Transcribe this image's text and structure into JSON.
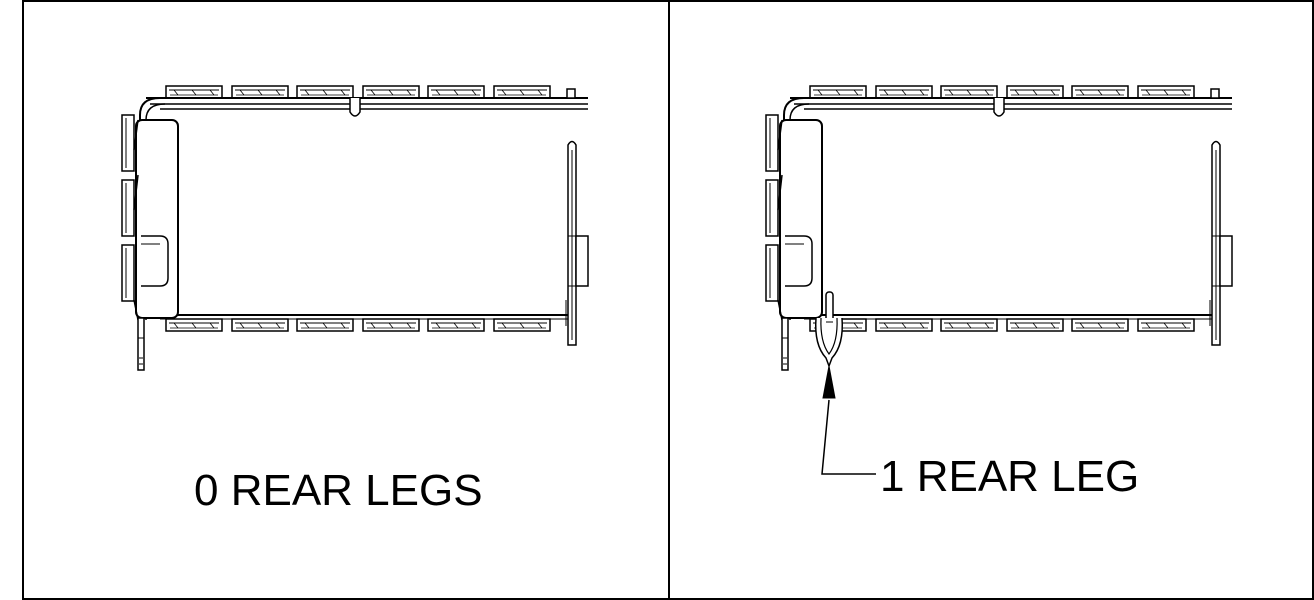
{
  "panels": [
    {
      "id": "zero-legs",
      "label": "0 REAR LEGS",
      "rear_legs": 0
    },
    {
      "id": "one-leg",
      "label": "1 REAR LEG",
      "rear_legs": 1
    }
  ],
  "colors": {
    "line": "#000000",
    "background": "#ffffff"
  }
}
